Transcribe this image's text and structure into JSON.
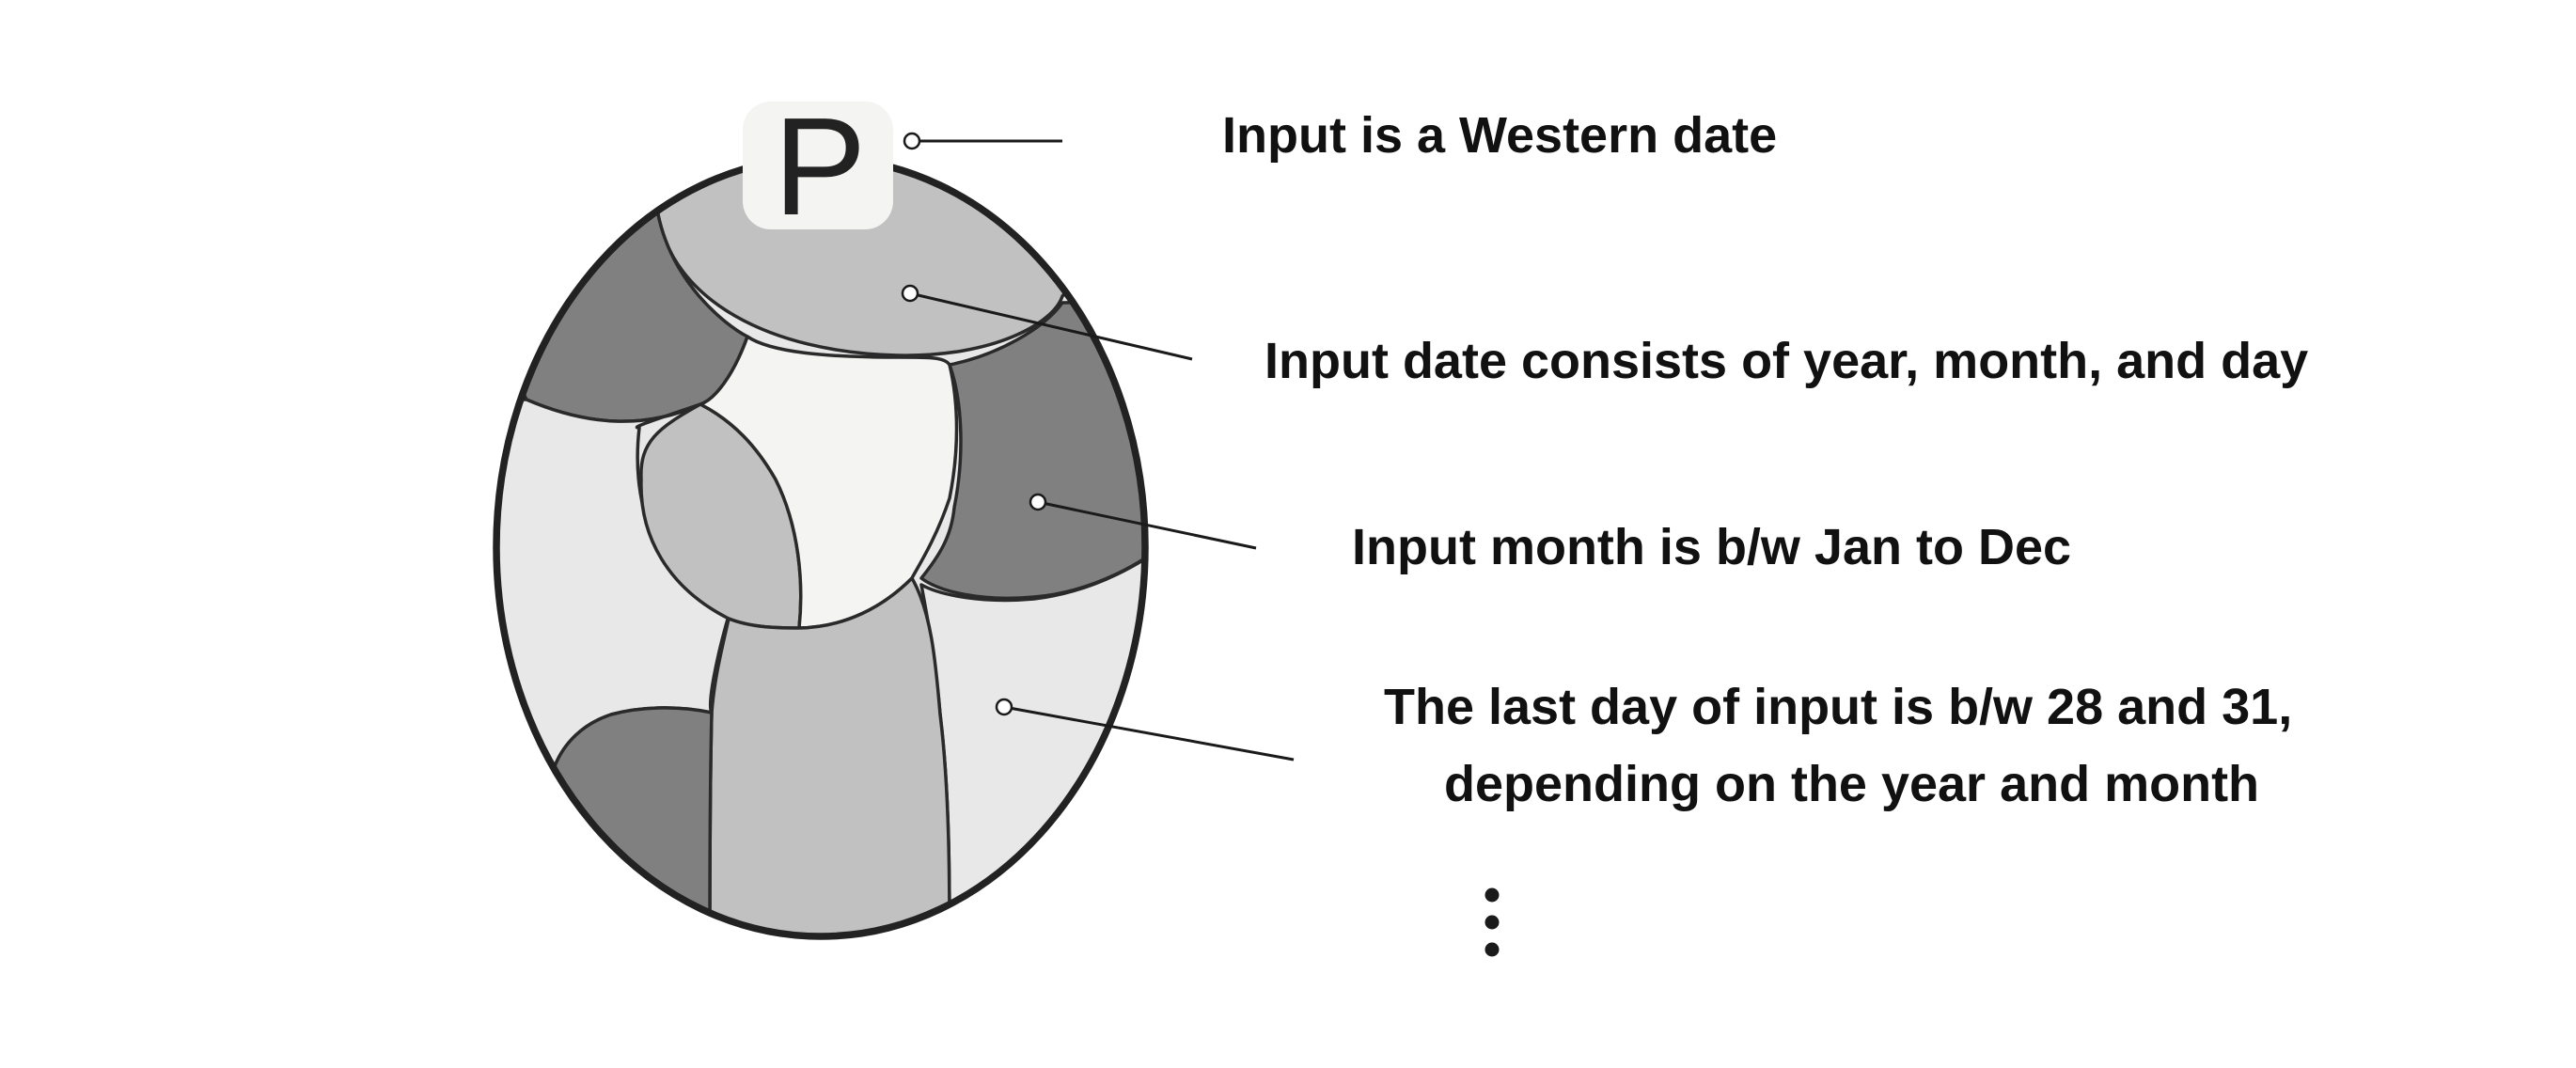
{
  "diagram": {
    "badge_letter": "P",
    "colors": {
      "dark": "#808080",
      "mid": "#c1c1c1",
      "light": "#e8e8e8",
      "lightest": "#f4f4f2",
      "stroke": "#222222"
    },
    "labels": [
      {
        "id": "western-date",
        "lines": [
          "Input is a Western date"
        ]
      },
      {
        "id": "year-month-day",
        "lines": [
          "Input date consists of year, month, and day"
        ]
      },
      {
        "id": "month-range",
        "lines": [
          "Input month is b/w Jan to Dec"
        ]
      },
      {
        "id": "last-day",
        "lines": [
          "The last day of input is  b/w 28 and 31,",
          "depending on the year and month"
        ]
      }
    ],
    "continuation": "more-items-ellipsis"
  }
}
